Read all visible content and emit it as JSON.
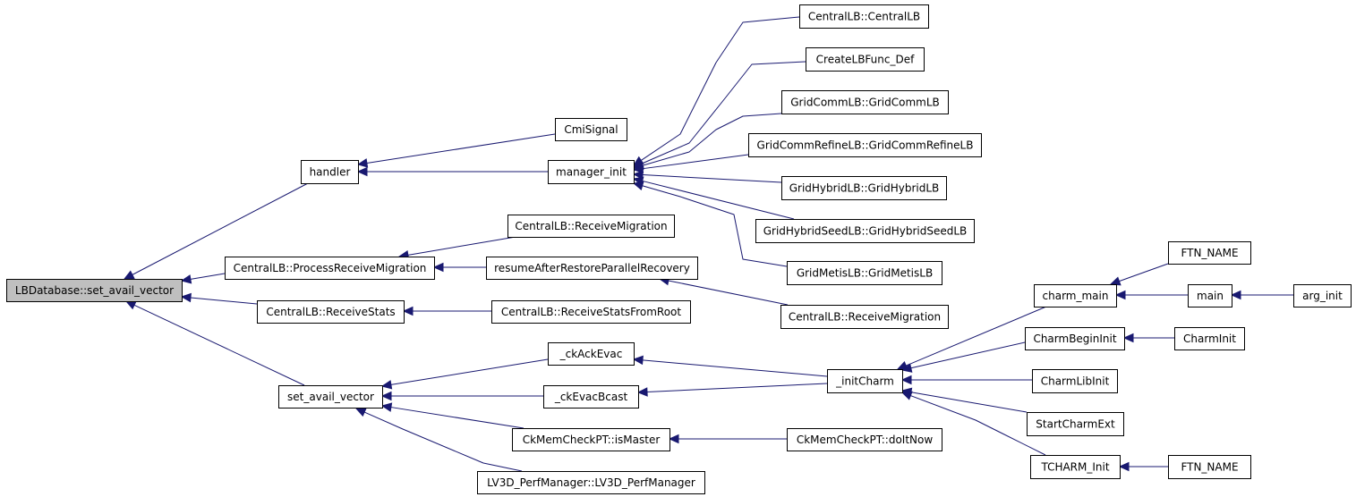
{
  "graph": {
    "type": "caller-graph",
    "root": "LBDatabase::set_avail_vector",
    "colors": {
      "edge": "#191970",
      "root_fill": "#bfbfbf",
      "node_fill": "#ffffff",
      "border": "#000000"
    },
    "nodes": [
      {
        "id": "n0",
        "label": "LBDatabase::set_avail_vector",
        "root": true
      },
      {
        "id": "n1",
        "label": "handler"
      },
      {
        "id": "n2",
        "label": "CmiSignal"
      },
      {
        "id": "n3",
        "label": "manager_init"
      },
      {
        "id": "n4",
        "label": "CentralLB::CentralLB"
      },
      {
        "id": "n5",
        "label": "CreateLBFunc_Def"
      },
      {
        "id": "n6",
        "label": "GridCommLB::GridCommLB"
      },
      {
        "id": "n7",
        "label": "GridCommRefineLB::GridCommRefineLB"
      },
      {
        "id": "n8",
        "label": "GridHybridLB::GridHybridLB"
      },
      {
        "id": "n9",
        "label": "GridHybridSeedLB::GridHybridSeedLB"
      },
      {
        "id": "n10",
        "label": "GridMetisLB::GridMetisLB"
      },
      {
        "id": "n11",
        "label": "CentralLB::ProcessReceiveMigration"
      },
      {
        "id": "n12",
        "label": "CentralLB::ReceiveMigration"
      },
      {
        "id": "n13",
        "label": "resumeAfterRestoreParallelRecovery"
      },
      {
        "id": "n14",
        "label": "CentralLB::ReceiveMigration"
      },
      {
        "id": "n15",
        "label": "CentralLB::ReceiveStats"
      },
      {
        "id": "n16",
        "label": "CentralLB::ReceiveStatsFromRoot"
      },
      {
        "id": "n17",
        "label": "set_avail_vector"
      },
      {
        "id": "n18",
        "label": "_ckAckEvac"
      },
      {
        "id": "n19",
        "label": "_ckEvacBcast"
      },
      {
        "id": "n20",
        "label": "CkMemCheckPT::isMaster"
      },
      {
        "id": "n21",
        "label": "LV3D_PerfManager::LV3D_PerfManager"
      },
      {
        "id": "n22",
        "label": "_initCharm"
      },
      {
        "id": "n23",
        "label": "CkMemCheckPT::doItNow"
      },
      {
        "id": "n24",
        "label": "charm_main"
      },
      {
        "id": "n25",
        "label": "FTN_NAME"
      },
      {
        "id": "n26",
        "label": "main"
      },
      {
        "id": "n27",
        "label": "arg_init"
      },
      {
        "id": "n28",
        "label": "CharmBeginInit"
      },
      {
        "id": "n29",
        "label": "CharmInit"
      },
      {
        "id": "n30",
        "label": "CharmLibInit"
      },
      {
        "id": "n31",
        "label": "StartCharmExt"
      },
      {
        "id": "n32",
        "label": "TCHARM_Init"
      },
      {
        "id": "n33",
        "label": "FTN_NAME"
      }
    ],
    "edges": [
      {
        "from": "n1",
        "to": "n0"
      },
      {
        "from": "n11",
        "to": "n0"
      },
      {
        "from": "n15",
        "to": "n0"
      },
      {
        "from": "n17",
        "to": "n0"
      },
      {
        "from": "n2",
        "to": "n1"
      },
      {
        "from": "n3",
        "to": "n1"
      },
      {
        "from": "n4",
        "to": "n3"
      },
      {
        "from": "n5",
        "to": "n3"
      },
      {
        "from": "n6",
        "to": "n3"
      },
      {
        "from": "n7",
        "to": "n3"
      },
      {
        "from": "n8",
        "to": "n3"
      },
      {
        "from": "n9",
        "to": "n3"
      },
      {
        "from": "n10",
        "to": "n3"
      },
      {
        "from": "n12",
        "to": "n11"
      },
      {
        "from": "n13",
        "to": "n11"
      },
      {
        "from": "n14",
        "to": "n13"
      },
      {
        "from": "n16",
        "to": "n15"
      },
      {
        "from": "n18",
        "to": "n17"
      },
      {
        "from": "n19",
        "to": "n17"
      },
      {
        "from": "n20",
        "to": "n17"
      },
      {
        "from": "n21",
        "to": "n17"
      },
      {
        "from": "n22",
        "to": "n18"
      },
      {
        "from": "n22",
        "to": "n19"
      },
      {
        "from": "n23",
        "to": "n20"
      },
      {
        "from": "n24",
        "to": "n22"
      },
      {
        "from": "n28",
        "to": "n22"
      },
      {
        "from": "n30",
        "to": "n22"
      },
      {
        "from": "n31",
        "to": "n22"
      },
      {
        "from": "n32",
        "to": "n22"
      },
      {
        "from": "n25",
        "to": "n24"
      },
      {
        "from": "n26",
        "to": "n24"
      },
      {
        "from": "n27",
        "to": "n26"
      },
      {
        "from": "n29",
        "to": "n28"
      },
      {
        "from": "n33",
        "to": "n32"
      }
    ]
  }
}
